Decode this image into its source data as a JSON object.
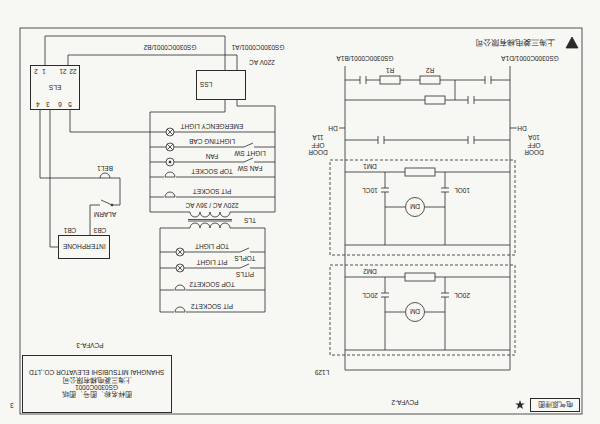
{
  "diagram": {
    "nodes": [
      {
        "text": [
          "ELS"
        ]
      },
      {
        "text": [
          "LSS"
        ]
      },
      {
        "text": [
          "INTERPHONE"
        ]
      },
      {
        "text": [
          "图样名称、图号、图纸",
          "GS0300C0001",
          "上海三菱电梯有限公司",
          "SHANGHAI MITSUBISHI ELEVATOR CO.,LTD"
        ]
      },
      {
        "text": [
          "电气原理图"
        ]
      },
      {
        "text": [
          "DM"
        ]
      },
      {
        "text": [
          "DM"
        ]
      }
    ],
    "edges": [
      {
        "from": 0,
        "to": 1,
        "arrow": "none"
      },
      {
        "from": 0,
        "to": 2,
        "arrow": "none"
      }
    ],
    "labels": [
      "GS0300C0001/B2",
      "GS0300C0001/A1",
      "220V AC",
      "2",
      "1",
      "21",
      "22",
      "4",
      "3",
      "6",
      "5",
      "EMERGENCY LIGHT",
      "LIGHTING CAB",
      "LIGHT SW",
      "FAN",
      "FAN SW",
      "TOP SOCKET",
      "PIT SOCKET",
      "220V AC / 36V AC",
      "TLS",
      "TOP LIGHT",
      "TOPLS",
      "PIT LIGHT",
      "PITLS",
      "TOP SOCKET2",
      "PIT SOCKET2",
      "BEL1",
      "ALARM",
      "CB1",
      "CB3",
      "PCVFA-3",
      "3",
      "上海三菱电梯有限公司",
      "GS0300C0001/B1A",
      "GS0300C0001/D1A",
      "R1",
      "R2",
      "DH",
      "DH",
      "DOOR OFF 11A",
      "DOOR OFF 10A",
      "DM1",
      "10CL",
      "10OL",
      "DM2",
      "20CL",
      "20OL",
      "L129",
      "PCVFA-2"
    ]
  }
}
